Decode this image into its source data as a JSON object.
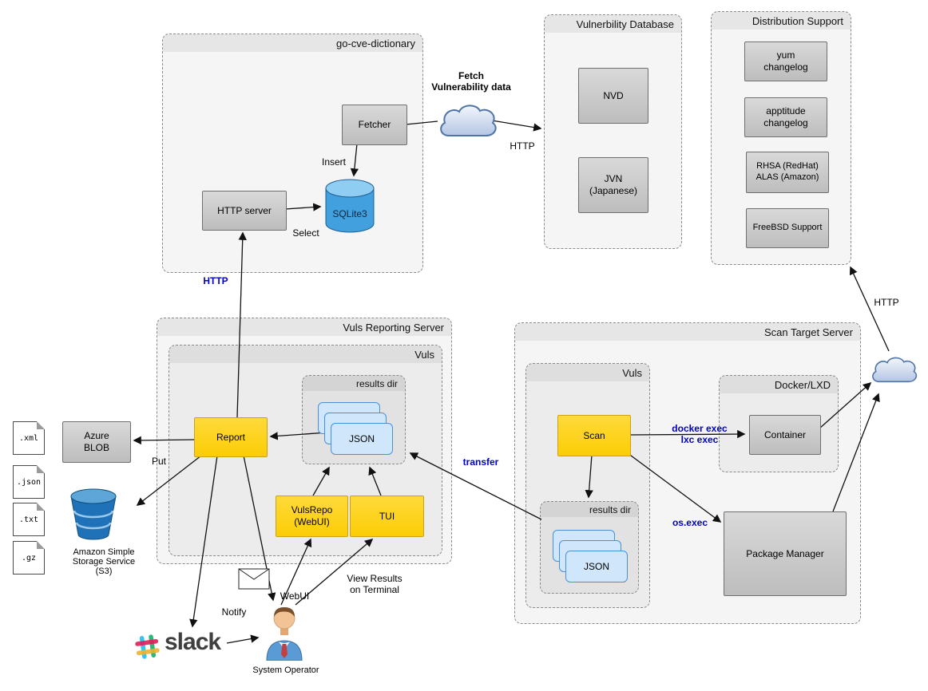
{
  "containers": {
    "go_cve_dictionary": "go-cve-dictionary",
    "vuln_db": "Vulnerbility Database",
    "dist_support": "Distribution Support",
    "vuls_reporting": "Vuls Reporting Server",
    "vuls_report_inner": "Vuls",
    "results_dir_report": "results dir",
    "scan_target": "Scan Target Server",
    "vuls_scan_inner": "Vuls",
    "results_dir_scan": "results dir",
    "docker_lxd": "Docker/LXD"
  },
  "nodes": {
    "fetcher": "Fetcher",
    "http_server": "HTTP server",
    "sqlite3": "SQLite3",
    "nvd": "NVD",
    "jvn": "JVN\n(Japanese)",
    "yum_changelog": "yum\nchangelog",
    "apptitude_changelog": "apptitude\nchangelog",
    "rhsa_alas": "RHSA (RedHat)\nALAS (Amazon)",
    "freebsd": "FreeBSD Support",
    "report": "Report",
    "vulsrepo": "VulsRepo\n(WebUI)",
    "tui": "TUI",
    "scan": "Scan",
    "container": "Container",
    "package_manager": "Package Manager",
    "azure_blob": "Azure\nBLOB",
    "json_report": "JSON",
    "json_scan": "JSON"
  },
  "files": {
    "xml": ".xml",
    "json": ".json",
    "txt": ".txt",
    "gz": ".gz"
  },
  "labels": {
    "fetch_vuln": "Fetch\nVulnerability data",
    "http_fetch": "HTTP",
    "insert": "Insert",
    "select": "Select",
    "http_report": "HTTP",
    "put": "Put",
    "notify": "Notify",
    "webui": "WebUI",
    "view_results": "View Results\non Terminal",
    "transfer": "transfer",
    "docker_exec": "docker exec\nlxc exec",
    "os_exec": "os.exec",
    "http_dist": "HTTP",
    "s3_caption": "Amazon Simple\nStorage Service\n(S3)",
    "operator_caption": "System Operator",
    "slack": "slack"
  },
  "colors": {
    "node_gray": "#c9c9c9",
    "node_yellow": "#ffd21f",
    "json_card": "#cfe6fb",
    "edge_label_blue": "#0000cc",
    "cylinder_blue": "#41a0dd",
    "bucket_blue": "#1f72b8"
  }
}
